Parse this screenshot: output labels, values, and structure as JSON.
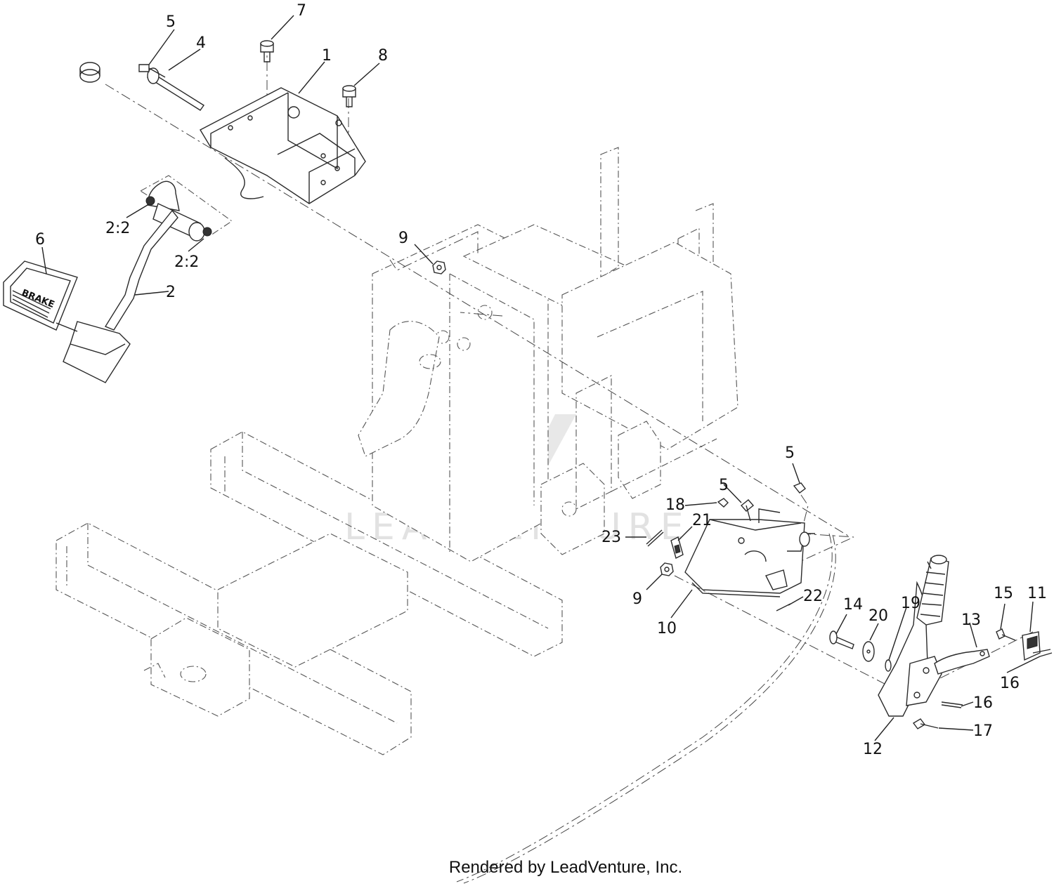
{
  "footer": {
    "credit": "Rendered by LeadVenture, Inc."
  },
  "watermark": {
    "text": "LEADVENTURE"
  },
  "pedal": {
    "label": "BRAKE"
  },
  "callouts": [
    {
      "id": "c1",
      "label": "1"
    },
    {
      "id": "c2",
      "label": "2"
    },
    {
      "id": "c2a",
      "label": "2:2"
    },
    {
      "id": "c2b",
      "label": "2:2"
    },
    {
      "id": "c4",
      "label": "4"
    },
    {
      "id": "c5a",
      "label": "5"
    },
    {
      "id": "c5b",
      "label": "5"
    },
    {
      "id": "c5c",
      "label": "5"
    },
    {
      "id": "c6",
      "label": "6"
    },
    {
      "id": "c7",
      "label": "7"
    },
    {
      "id": "c8",
      "label": "8"
    },
    {
      "id": "c9a",
      "label": "9"
    },
    {
      "id": "c9b",
      "label": "9"
    },
    {
      "id": "c10",
      "label": "10"
    },
    {
      "id": "c11",
      "label": "11"
    },
    {
      "id": "c12",
      "label": "12"
    },
    {
      "id": "c13",
      "label": "13"
    },
    {
      "id": "c14",
      "label": "14"
    },
    {
      "id": "c15",
      "label": "15"
    },
    {
      "id": "c16a",
      "label": "16"
    },
    {
      "id": "c16b",
      "label": "16"
    },
    {
      "id": "c17",
      "label": "17"
    },
    {
      "id": "c18",
      "label": "18"
    },
    {
      "id": "c19",
      "label": "19"
    },
    {
      "id": "c20",
      "label": "20"
    },
    {
      "id": "c21",
      "label": "21"
    },
    {
      "id": "c22",
      "label": "22"
    },
    {
      "id": "c23",
      "label": "23"
    }
  ]
}
